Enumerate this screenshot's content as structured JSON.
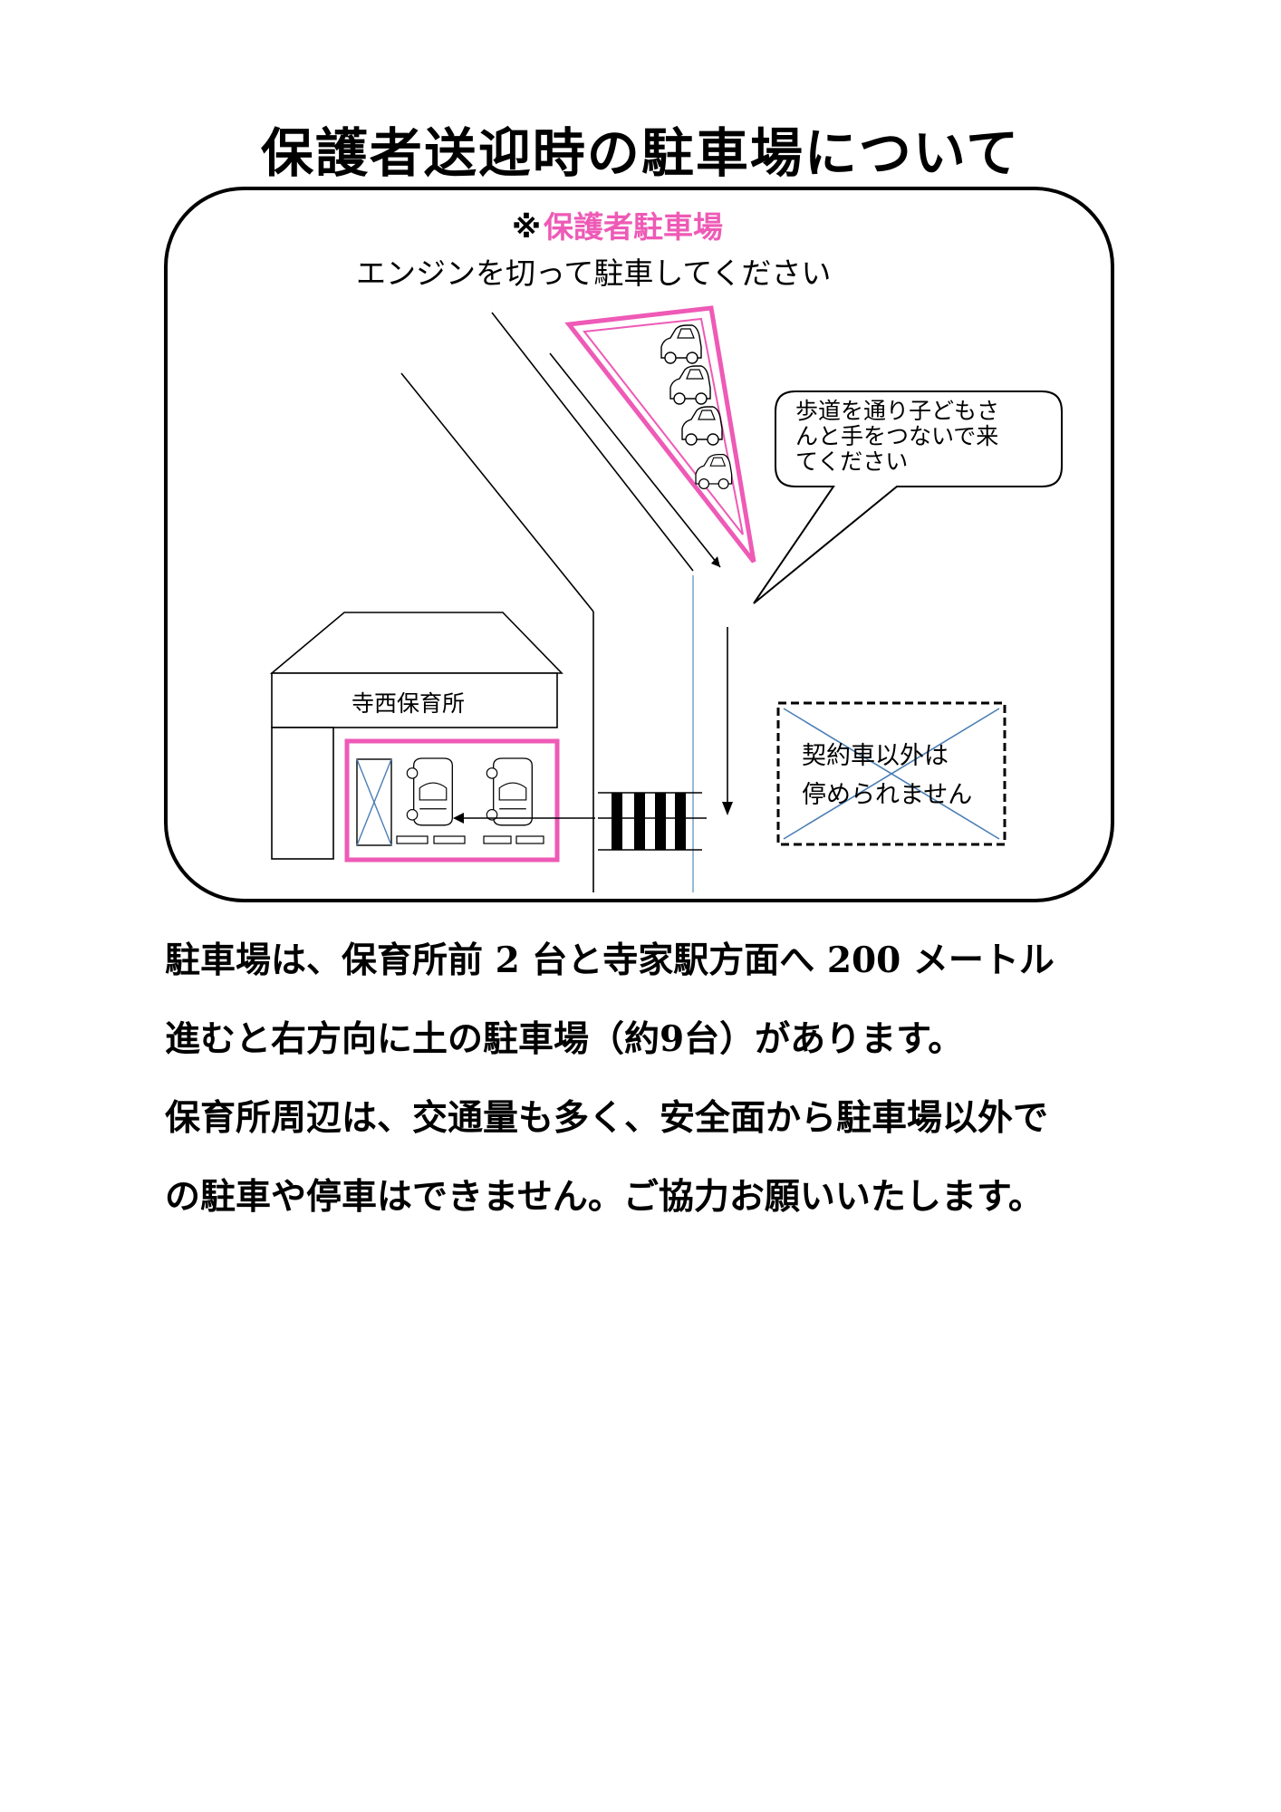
{
  "document": {
    "title": "保護者送迎時の駐車場について"
  },
  "map": {
    "parking_notice_mark": "※",
    "parking_notice_label": "保護者駐車場",
    "engine_notice": "エンジンを切って駐車してください",
    "bubble_lines": [
      "歩道を通り子どもさ",
      "んと手をつないで来",
      "てください"
    ],
    "school_name": "寺西保育所",
    "restricted_lines": [
      "契約車以外は",
      "停められません"
    ],
    "colors": {
      "parking_highlight": "#ee5ab6",
      "restricted_cross": "#4a7eb5",
      "walkway_line": "#7fa8cc",
      "outline": "#000000"
    }
  },
  "body": {
    "lines": [
      "駐車場は、保育所前 2 台と寺家駅方面へ 200 メートル",
      "進むと右方向に土の駐車場（約9台）があります。",
      "保育所周辺は、交通量も多く、安全面から駐車場以外で",
      "の駐車や停車はできません。ご協力お願いいたします。"
    ]
  }
}
